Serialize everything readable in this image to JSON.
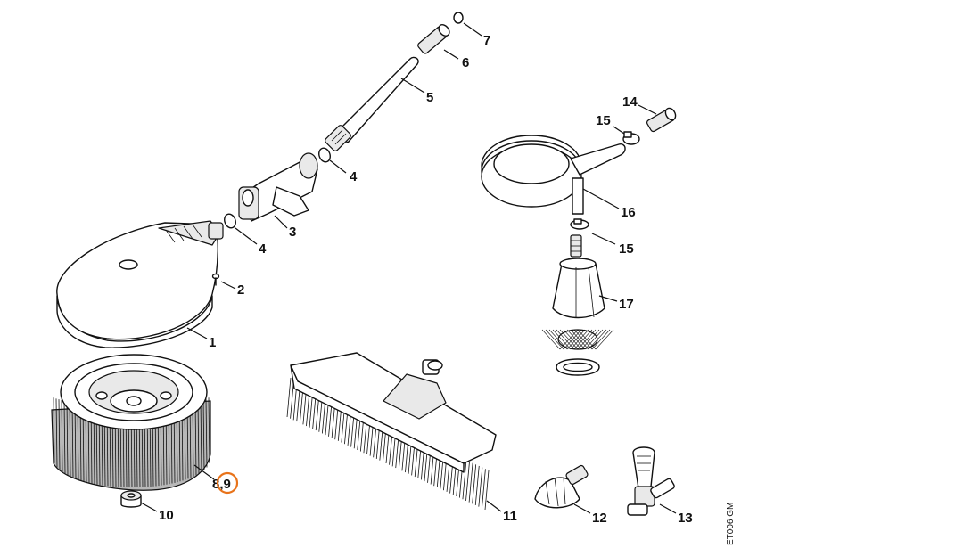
{
  "diagram": {
    "callouts": [
      {
        "label": "1"
      },
      {
        "label": "2"
      },
      {
        "label": "3"
      },
      {
        "label": "4"
      },
      {
        "label": "4"
      },
      {
        "label": "5"
      },
      {
        "label": "6"
      },
      {
        "label": "7"
      },
      {
        "label": "8,9"
      },
      {
        "label": "10"
      },
      {
        "label": "11"
      },
      {
        "label": "12"
      },
      {
        "label": "13"
      },
      {
        "label": "14"
      },
      {
        "label": "15"
      },
      {
        "label": "15"
      },
      {
        "label": "16"
      },
      {
        "label": "17"
      }
    ],
    "highlighted_callout": "9",
    "highlight_color": "#e8731a",
    "drawing_code": "ET006 GM"
  }
}
